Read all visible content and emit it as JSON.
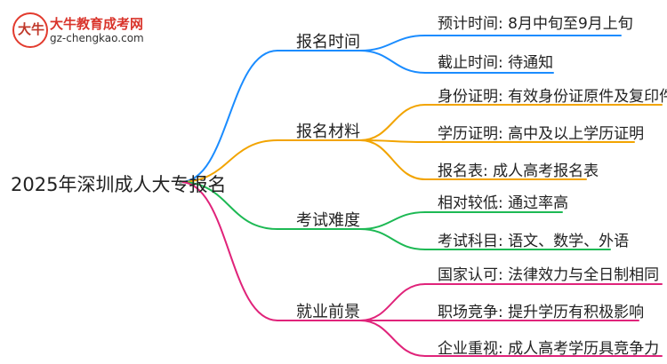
{
  "logo": {
    "mark": "大牛",
    "title": "大牛教育成考网",
    "url": "gz-chengkao.com"
  },
  "root": "2025年深圳成人大专报名",
  "colors": {
    "blue": "#1a8cff",
    "orange": "#f2a400",
    "green": "#1db954",
    "magenta": "#e0237a"
  },
  "branches": [
    {
      "label": "报名时间",
      "color": "blue",
      "leaves": [
        "预计时间: 8月中旬至9月上旬",
        "截止时间: 待通知"
      ]
    },
    {
      "label": "报名材料",
      "color": "orange",
      "leaves": [
        "身份证明: 有效身份证原件及复印件",
        "学历证明: 高中及以上学历证明",
        "报名表: 成人高考报名表"
      ]
    },
    {
      "label": "考试难度",
      "color": "green",
      "leaves": [
        "相对较低: 通过率高",
        "考试科目: 语文、数学、外语"
      ]
    },
    {
      "label": "就业前景",
      "color": "magenta",
      "leaves": [
        "国家认可: 法律效力与全日制相同",
        "职场竞争: 提升学历有积极影响",
        "企业重视: 成人高考学历具竞争力"
      ]
    }
  ]
}
